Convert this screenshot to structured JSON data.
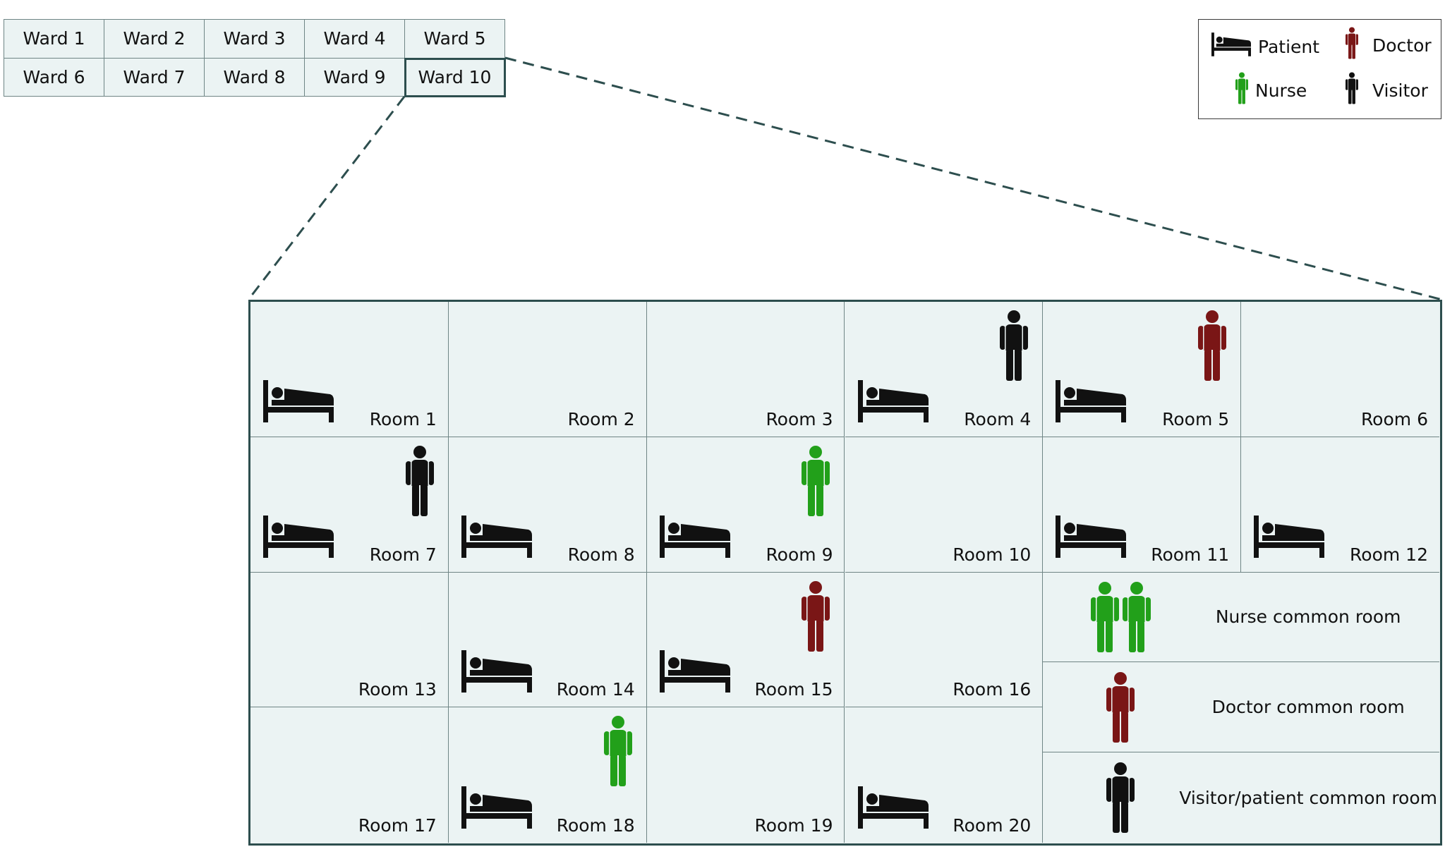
{
  "wards": [
    {
      "label": "Ward 1"
    },
    {
      "label": "Ward 2"
    },
    {
      "label": "Ward 3"
    },
    {
      "label": "Ward 4"
    },
    {
      "label": "Ward 5"
    },
    {
      "label": "Ward 6"
    },
    {
      "label": "Ward 7"
    },
    {
      "label": "Ward 8"
    },
    {
      "label": "Ward 9"
    },
    {
      "label": "Ward 10"
    }
  ],
  "selected_ward": "Ward 10",
  "legend": {
    "patient": "Patient",
    "doctor": "Doctor",
    "nurse": "Nurse",
    "visitor": "Visitor"
  },
  "colors": {
    "doctor": "#7a1616",
    "nurse": "#22a01a",
    "visitor": "#111111",
    "patient_bed": "#111111",
    "room_fill": "#ebf3f3",
    "frame": "#2d4e4e"
  },
  "rooms": [
    {
      "label": "Room 1",
      "patient": true,
      "person": null
    },
    {
      "label": "Room 2",
      "patient": false,
      "person": null
    },
    {
      "label": "Room 3",
      "patient": false,
      "person": null
    },
    {
      "label": "Room 4",
      "patient": true,
      "person": "visitor"
    },
    {
      "label": "Room 5",
      "patient": true,
      "person": "doctor"
    },
    {
      "label": "Room 6",
      "patient": false,
      "person": null
    },
    {
      "label": "Room 7",
      "patient": true,
      "person": "visitor"
    },
    {
      "label": "Room 8",
      "patient": true,
      "person": null
    },
    {
      "label": "Room 9",
      "patient": true,
      "person": "nurse"
    },
    {
      "label": "Room 10",
      "patient": false,
      "person": null
    },
    {
      "label": "Room 11",
      "patient": true,
      "person": null
    },
    {
      "label": "Room 12",
      "patient": true,
      "person": null
    },
    {
      "label": "Room 13",
      "patient": false,
      "person": null
    },
    {
      "label": "Room 14",
      "patient": true,
      "person": null
    },
    {
      "label": "Room 15",
      "patient": true,
      "person": "doctor"
    },
    {
      "label": "Room 16",
      "patient": false,
      "person": null
    },
    {
      "label": "Room 17",
      "patient": false,
      "person": null
    },
    {
      "label": "Room 18",
      "patient": true,
      "person": "nurse"
    },
    {
      "label": "Room 19",
      "patient": false,
      "person": null
    },
    {
      "label": "Room 20",
      "patient": true,
      "person": null
    }
  ],
  "common_rooms": [
    {
      "label": "Nurse common room",
      "occupants": [
        "nurse",
        "nurse"
      ]
    },
    {
      "label": "Doctor common room",
      "occupants": [
        "doctor"
      ]
    },
    {
      "label": "Visitor/patient common room",
      "occupants": [
        "visitor"
      ]
    }
  ]
}
